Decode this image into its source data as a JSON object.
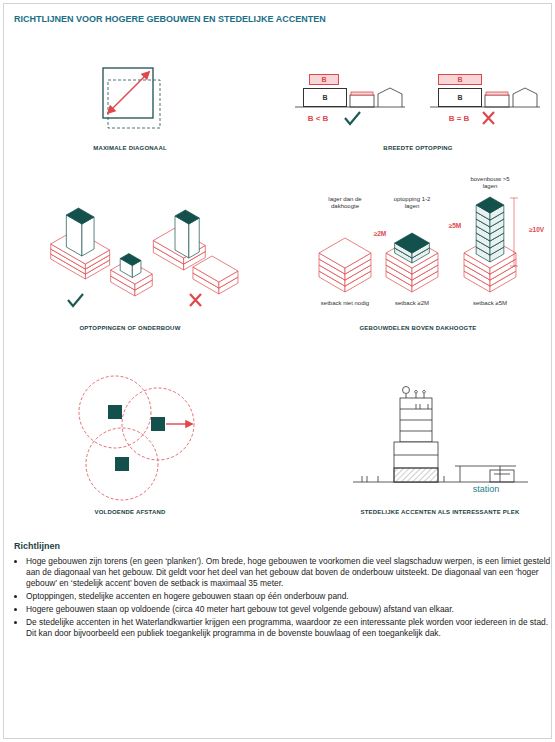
{
  "diagram": {
    "title": "RICHTLIJNEN VOOR HOGERE GEBOUWEN EN STEDELIJKE ACCENTEN",
    "nodes": [
      {
        "text": [
          "B"
        ]
      },
      {
        "text": [
          "B"
        ]
      },
      {
        "text": [
          "B"
        ]
      },
      {
        "text": [
          "B"
        ]
      }
    ],
    "labels": [
      "MAXIMALE DIAGONAAL",
      "B < B",
      "B = B",
      "BREEDTE OPTOPPING",
      "OPTOPPINGEN OF ONDERBOUW",
      "lager dan de dakhoogte",
      "optopping 1-2 lagen",
      "bovenbouw >5 lagen",
      "≥2M",
      "≥5M",
      "≥10V",
      "setback niet nodig",
      "setback ≥2M",
      "setback ≥5M",
      "GEBOUWDELEN BOVEN DAKHOOGTE",
      "VOLDOENDE AFSTAND",
      "station",
      "STEDELIJKE ACCENTEN ALS INTERESSANTE PLEK",
      "Richtlijnen",
      "Hoge gebouwen zijn torens (en geen ‘planken’). Om brede, hoge gebouwen te voorkomen die veel slagschaduw werpen, is een limiet gesteld aan de diagonaal van het gebouw. Dit geldt voor het deel van het gebouw dat boven de onderbouw uitsteekt. De diagonaal van een ‘hoger gebouw’ en ‘stedelijk accent’ boven de setback is maximaal 35 meter.",
      "Optoppingen, stedelijke accenten en hogere gebouwen staan op één onderbouw pand.",
      "Hogere gebouwen staan op voldoende (circa 40 meter hart gebouw tot gevel volgende gebouw) afstand van elkaar.",
      "De stedelijke accenten in het Waterlandkwartier krijgen een programma, waardoor ze een interessante plek worden voor iedereen in de stad. Dit kan door bijvoorbeeld een publiek toegankelijk programma in de bovenste bouwlaag of een toegankelijk dak."
    ]
  }
}
